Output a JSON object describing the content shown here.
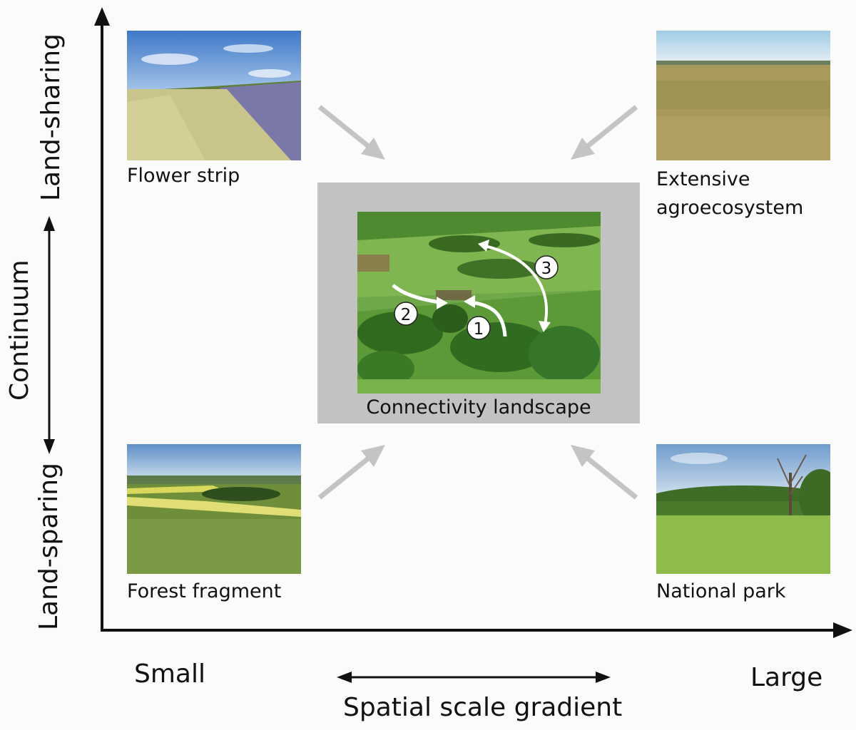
{
  "y_axis": {
    "top_label": "Land-sharing",
    "middle_label": "Continuum",
    "bottom_label": "Land-sparing"
  },
  "x_axis": {
    "left_label": "Small",
    "right_label": "Large",
    "center_label": "Spatial scale gradient"
  },
  "photos": {
    "top_left": "Flower strip",
    "top_right_line1": "Extensive",
    "top_right_line2": "agroecosystem",
    "bottom_left": "Forest fragment",
    "bottom_right": "National park"
  },
  "center": {
    "caption": "Connectivity landscape",
    "markers": [
      "1",
      "2",
      "3"
    ]
  },
  "colors": {
    "axis": "#111111",
    "gray_arrow": "#c4c4c4",
    "frame": "#c2c2c2"
  }
}
